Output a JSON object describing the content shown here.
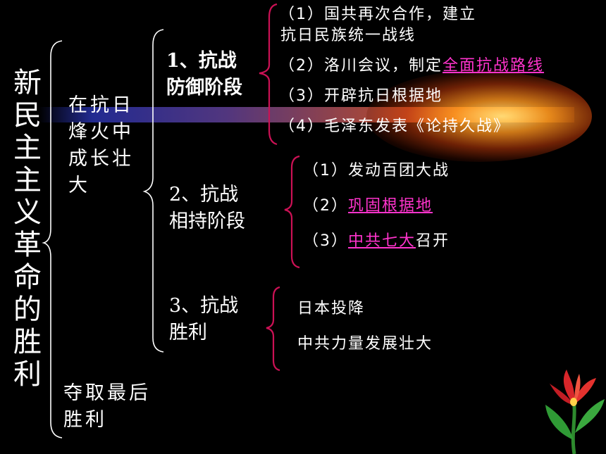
{
  "title_chars": [
    "新",
    "民",
    "主",
    "主",
    "义",
    "革",
    "命",
    "的",
    "胜",
    "利"
  ],
  "branch1": {
    "line1": "在抗日",
    "line2": "烽火中",
    "line3": "成长壮",
    "line4": "大"
  },
  "branch2": {
    "line1": "夺取最后",
    "line2": "胜利"
  },
  "stage1": {
    "line1": "1、抗战",
    "line2": "防御阶段",
    "items": [
      {
        "num": "（1）",
        "text": "国共再次合作，建立",
        "text2": "抗日民族统一战线"
      },
      {
        "num": "（2）",
        "text": "洛川会议，制定",
        "link": "全面抗战路线"
      },
      {
        "num": "（3）",
        "text": "开辟抗日根据地"
      },
      {
        "num": "（4）",
        "text": "毛泽东发表《论持久战》"
      }
    ]
  },
  "stage2": {
    "line1": "2、抗战",
    "line2": "相持阶段",
    "items": [
      {
        "num": "（1）",
        "text": "发动百团大战"
      },
      {
        "num": "（2）",
        "link": "巩固根据地"
      },
      {
        "num": "（3）",
        "link": "中共七大",
        "text": "召开"
      }
    ]
  },
  "stage3": {
    "line1": "3、抗战",
    "line2": "胜利",
    "items": [
      {
        "text": "日本投降"
      },
      {
        "text": "中共力量发展壮大"
      }
    ]
  },
  "colors": {
    "link": "#ff33cc",
    "bracket": "#cc1155",
    "text": "#ffffff"
  }
}
